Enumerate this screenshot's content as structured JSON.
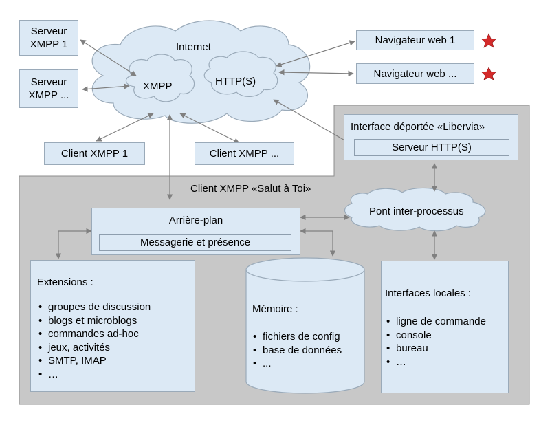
{
  "internet": {
    "label": "Internet",
    "xmpp_label": "XMPP",
    "http_label": "HTTP(S)"
  },
  "servers": [
    {
      "label": "Serveur\nXMPP 1"
    },
    {
      "label": "Serveur\nXMPP ..."
    }
  ],
  "xmpp_clients": [
    {
      "label": "Client XMPP 1"
    },
    {
      "label": "Client XMPP ..."
    }
  ],
  "browsers": [
    {
      "label": "Navigateur web 1"
    },
    {
      "label": "Navigateur web ..."
    }
  ],
  "libervia": {
    "title": "Interface déportée «Libervia»",
    "server": "Serveur HTTP(S)"
  },
  "client": {
    "title": "Client XMPP «Salut à Toi»",
    "ipc": "Pont inter-processus",
    "backend": {
      "title": "Arrière-plan",
      "sub": "Messagerie et présence"
    },
    "extensions": {
      "title": "Extensions :",
      "items": [
        "groupes de discussion",
        "blogs et microblogs",
        "commandes ad-hoc",
        "jeux, activités",
        "SMTP, IMAP",
        "…"
      ]
    },
    "memory": {
      "title": "Mémoire :",
      "items": [
        "fichiers de config",
        "base de données",
        "..."
      ]
    },
    "local_ui": {
      "title": "Interfaces locales :",
      "items": [
        "ligne de commande",
        "console",
        "bureau",
        "…"
      ]
    }
  },
  "colors": {
    "box_fill": "#dce9f5",
    "region_fill": "#c8c8c8",
    "mascot": "#d42a2a"
  }
}
